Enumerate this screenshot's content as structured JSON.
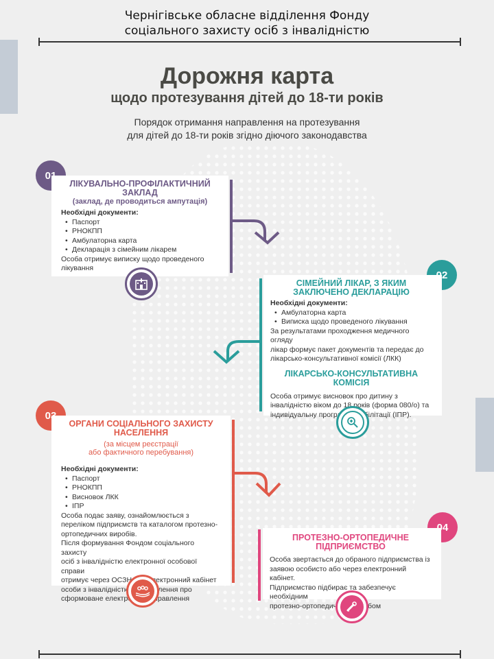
{
  "header": {
    "org_line1": "Чернігівське обласне відділення Фонду",
    "org_line2": "соціального захисту осіб з інвалідністю"
  },
  "title": {
    "main": "Дорожня карта",
    "sub": "щодо протезування дітей до 18-ти років"
  },
  "lead": {
    "line1": "Порядок отримання направлення на протезування",
    "line2": "для дітей до 18-ти років згідно діючого законодавства"
  },
  "colors": {
    "purple": "#6d5a86",
    "teal": "#2a9d9b",
    "coral": "#e05a4a",
    "pink": "#e0467e"
  },
  "steps": [
    {
      "number": "01",
      "heading_line1": "ЛІКУВАЛЬНО-ПРОФІЛАКТИЧНИЙ",
      "heading_line2": "ЗАКЛАД",
      "subheading": "(заклад, де проводиться ампутація)",
      "docs_label": "Необхідні документи:",
      "docs": [
        "Паспорт",
        "РНОКПП",
        "Амбулаторна карта",
        "Декларація з сімейним лікарем"
      ],
      "note_line1": "Особа отримує виписку щодо проведеного",
      "note_line2": "лікування",
      "icon": "hospital-icon"
    },
    {
      "number": "02",
      "heading_line1": "СІМЕЙНИЙ ЛІКАР, З ЯКИМ",
      "heading_line2": "ЗАКЛЮЧЕНО ДЕКЛАРАЦІЮ",
      "docs_label": "Необхідні документи:",
      "docs": [
        "Амбулаторна карта",
        "Виписка щодо проведеного лікування"
      ],
      "note_line1": "За результатами проходження медичного огляду",
      "note_line2": "лікар формує пакет документів та передає до",
      "note_line3": "лікарсько-консультативної комісії (ЛКК)",
      "heading2_line1": "ЛІКАРСЬКО-КОНСУЛЬТАТИВНА",
      "heading2_line2": "КОМІСІЯ",
      "note2_line1": "Особа отримує висновок про дитину з",
      "note2_line2": "інвалідністю віком до 18 років (форма 080/о) та",
      "note2_line3": "індивідуальну програму реабілітації (ІПР).",
      "icon": "medical-commission-icon"
    },
    {
      "number": "03",
      "heading_line1": "ОРГАНИ СОЦІАЛЬНОГО ЗАХИСТУ",
      "heading_line2": "НАСЕЛЕННЯ",
      "subheading_line1": "(за місцем реєстрації",
      "subheading_line2": "або фактичного перебування)",
      "docs_label": "Необхідні документи:",
      "docs": [
        "Паспорт",
        "РНОКПП",
        "Висновок ЛКК",
        "ІПР"
      ],
      "note_line1": "Особа подає заяву, ознайомлюється з",
      "note_line2": "переліком підприємств та каталогом протезно-",
      "note_line3": "ортопедичних виробів.",
      "note_line4": "Після формування Фондом соціального захисту",
      "note_line5": "осіб з інвалідністю електронної особової справи",
      "note_line6": "отримує через ОСЗН або електронний кабінет",
      "note_line7": "особи з інвалідністю повідомлення про",
      "note_line8": "сформоване електронне направлення",
      "icon": "social-care-icon"
    },
    {
      "number": "04",
      "heading_line1": "ПРОТЕЗНО-ОРТОПЕДИЧНЕ",
      "heading_line2": "ПІДПРИЄМСТВО",
      "note_line1": "Особа звертається до обраного підприємства із",
      "note_line2": "заявою особисто або через електронний кабінет.",
      "note_line3": "Підприємство підбирає та забезпечує необхідним",
      "note_line4": "протезно-ортопедичним виробом",
      "icon": "prosthesis-icon"
    }
  ]
}
